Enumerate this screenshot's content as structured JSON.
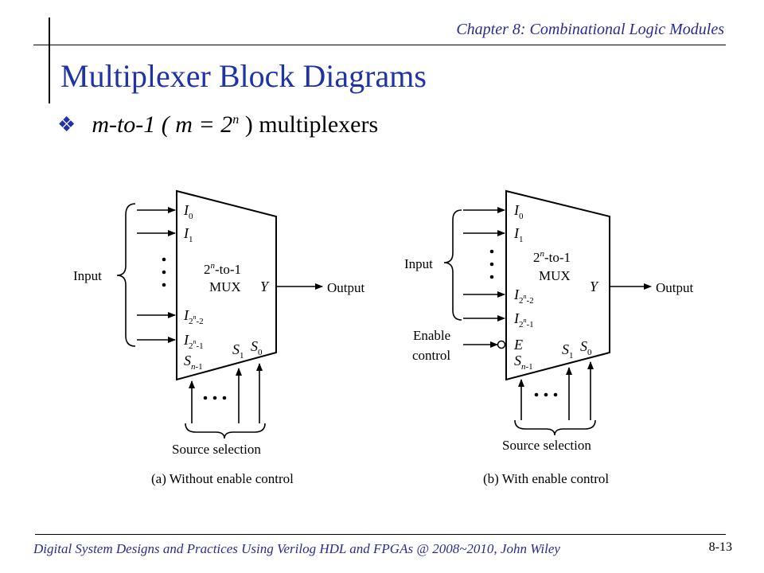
{
  "header": {
    "chapter": "Chapter 8: Combinational Logic Modules",
    "title": "Multiplexer Block Diagrams"
  },
  "bullet": {
    "icon": "diamond-bullet-icon",
    "prefix": "m-to-1  ( m = 2",
    "sup": "n",
    "suffix": " ) multiplexers"
  },
  "diagram_a": {
    "input_label": "Input",
    "output_label": "Output",
    "mux_label_sup": "n",
    "mux_label_rest": "-to-1",
    "mux_label_base": "2",
    "mux_word": "MUX",
    "y_label": "Y",
    "source_selection": "Source selection",
    "caption": "(a) Without enable control"
  },
  "diagram_b": {
    "input_label": "Input",
    "enable_label_1": "Enable",
    "enable_label_2": "control",
    "enable_pin": "E",
    "output_label": "Output",
    "mux_label_sup": "n",
    "mux_label_rest": "-to-1",
    "mux_label_base": "2",
    "mux_word": "MUX",
    "y_label": "Y",
    "source_selection": "Source selection",
    "caption": "(b) With enable control"
  },
  "footer": {
    "credit": "Digital System Designs and Practices Using Verilog HDL and FPGAs @ 2008~2010, John Wiley",
    "page": "8-13"
  }
}
